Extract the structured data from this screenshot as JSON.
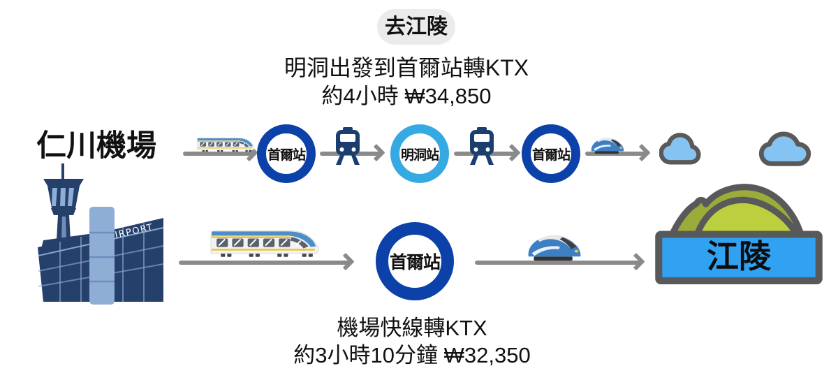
{
  "badge": {
    "label": "去江陵"
  },
  "top_route": {
    "title": "明洞出發到首爾站轉KTX",
    "detail": "約4小時 ₩34,850",
    "stations": [
      {
        "name": "首爾站"
      },
      {
        "name": "明洞站"
      },
      {
        "name": "首爾站"
      }
    ]
  },
  "bottom_route": {
    "title": "機場快線轉KTX",
    "detail": "約3小時10分鐘 ₩32,350",
    "station": {
      "name": "首爾站"
    }
  },
  "origin": {
    "name": "仁川機場",
    "building_sign": "AIRPORT"
  },
  "destination": {
    "name": "江陵"
  },
  "colors": {
    "ring_navy": "#0B41A8",
    "ring_light_blue": "#35AAE2",
    "arrow_gray": "#8A8A8A",
    "cloud_fill": "#85C3F2",
    "outline_gray": "#58595B",
    "sign_blue": "#31A2F2",
    "hill_back": "#9CAB39",
    "hill_front": "#BCCF3F",
    "building_navy": "#25406B",
    "building_light_blue": "#8FAED6",
    "badge_bg": "#EBEBEB"
  }
}
